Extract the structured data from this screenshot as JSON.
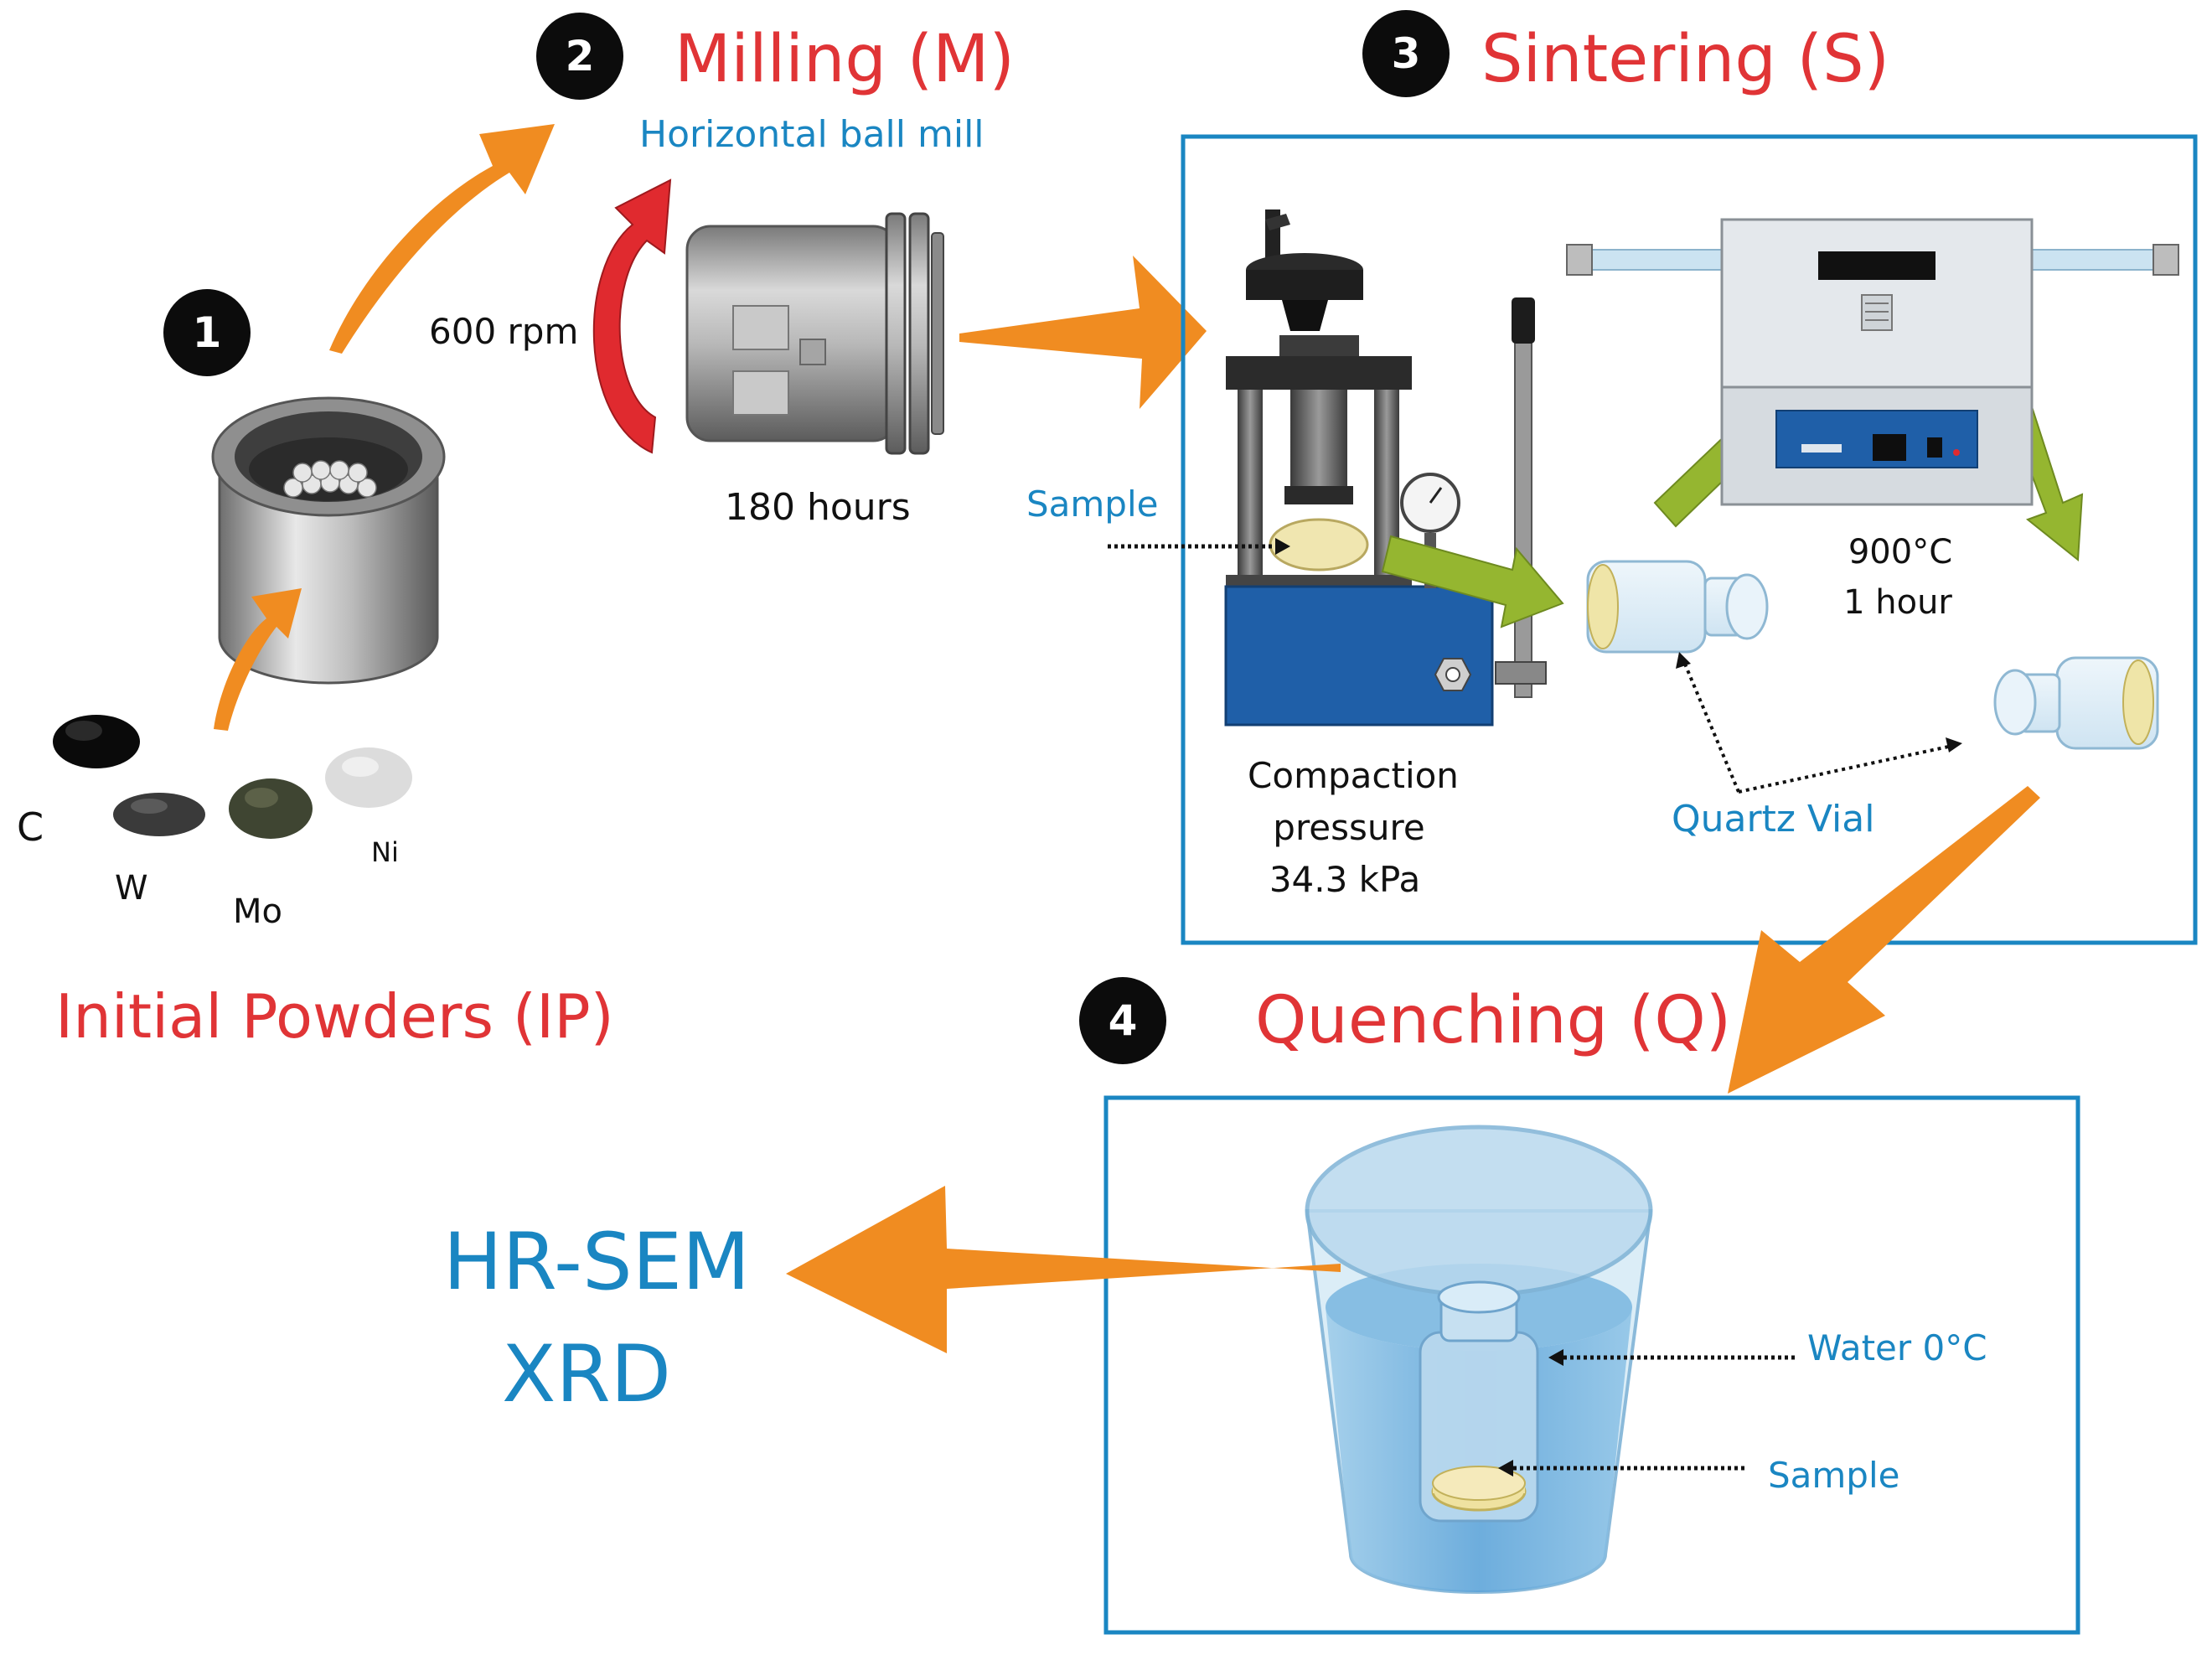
{
  "steps": {
    "initial": {
      "number": "1",
      "title": "Initial Powders (IP)"
    },
    "milling": {
      "number": "2",
      "title": "Milling (M)"
    },
    "sintering": {
      "number": "3",
      "title": "Sintering (S)"
    },
    "quenching": {
      "number": "4",
      "title": "Quenching (Q)"
    }
  },
  "powders": {
    "c": "C",
    "w": "W",
    "mo": "Mo",
    "ni": "Ni"
  },
  "milling": {
    "mill_label": "Horizontal ball mill",
    "speed": "600 rpm",
    "duration": "180 hours"
  },
  "sintering": {
    "sample_label": "Sample",
    "compaction_line1": "Compaction",
    "compaction_line2": "pressure",
    "compaction_value": "34.3 kPa",
    "temperature": "900°C",
    "duration": "1 hour",
    "vial_label": "Quartz Vial"
  },
  "quenching": {
    "water_label": "Water 0°C",
    "sample_label": "Sample"
  },
  "analysis": {
    "line1": "HR-SEM",
    "line2": "XRD"
  },
  "colors": {
    "title_red": "#e03436",
    "label_blue": "#1a86c2",
    "arrow_orange": "#f08c21",
    "arrow_green": "#95b630",
    "rotation_red": "#e02a2f",
    "press_blue": "#1f5fa8"
  }
}
